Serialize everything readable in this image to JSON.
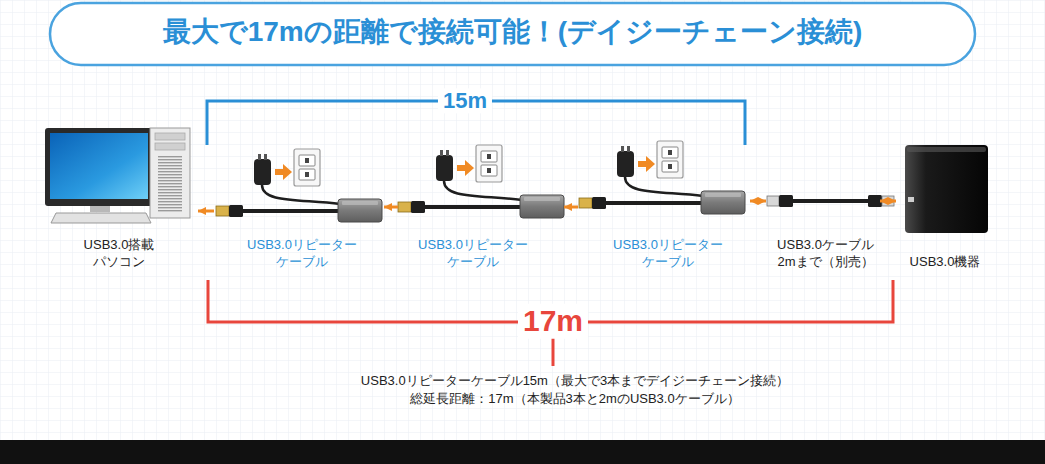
{
  "diagram": {
    "title": "最大で17mの距離で接続可能！(デイジーチェーン接続)",
    "nodes": [
      {
        "text": [
          "USB3.0搭載 パソコン"
        ]
      },
      {
        "text": [
          "USB3.0リピーター ケーブル"
        ]
      },
      {
        "text": [
          "USB3.0リピーター ケーブル"
        ]
      },
      {
        "text": [
          "USB3.0リピーター ケーブル"
        ]
      },
      {
        "text": [
          "USB3.0ケーブル 2mまで（別売）"
        ]
      },
      {
        "text": [
          "USB3.0機器"
        ]
      }
    ],
    "edges": [
      {
        "from": 1,
        "to": 0,
        "arrow": "to"
      },
      {
        "from": 2,
        "to": 1,
        "arrow": "to"
      },
      {
        "from": 3,
        "to": 2,
        "arrow": "to"
      },
      {
        "from": 4,
        "to": 3,
        "arrow": "both"
      },
      {
        "from": 4,
        "to": 5,
        "arrow": "both"
      }
    ],
    "labels": [
      "15m",
      "17m",
      "USB3.0リピーターケーブル15m（最大で3本までデイジーチェーン接続）",
      "総延長距離：17m（本製品3本と2mのUSB3.0ケーブル）"
    ]
  }
}
